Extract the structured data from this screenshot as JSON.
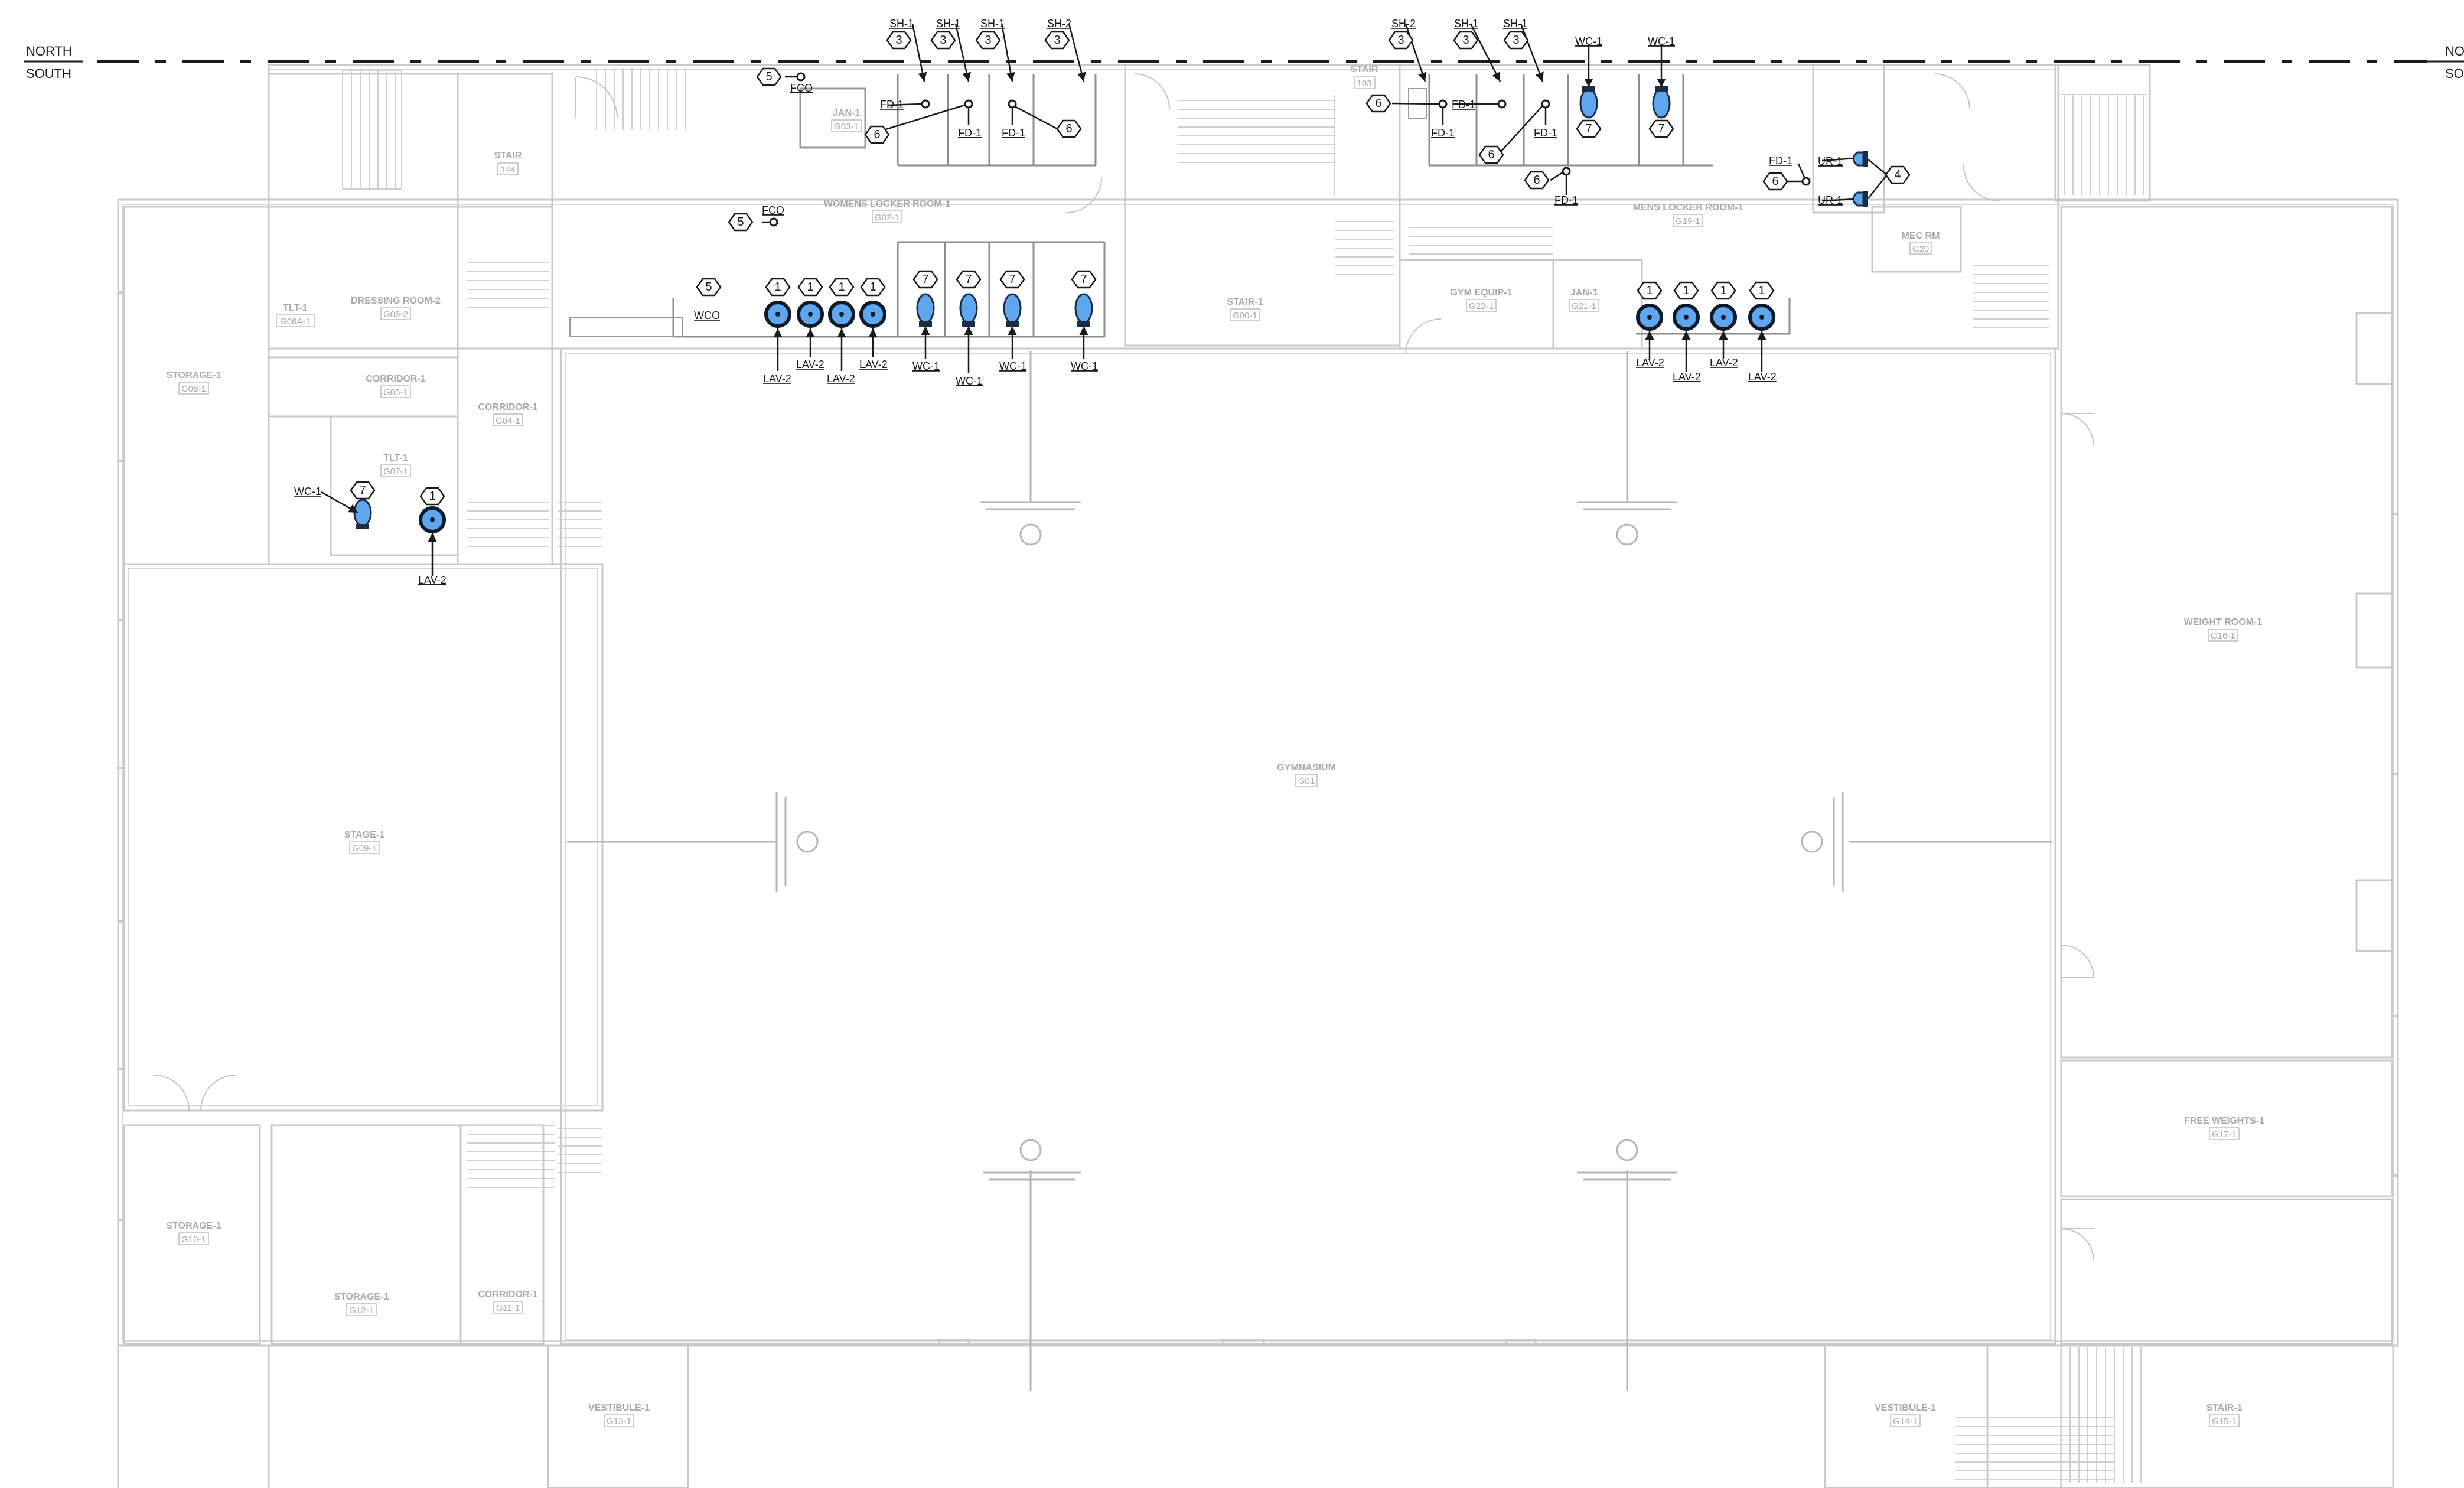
{
  "north_south": {
    "north_left": "NORTH",
    "south_left": "SOUTH",
    "north_right": "NO",
    "south_right": "SO"
  },
  "rooms": [
    {
      "key": "stair_144",
      "name": "STAIR",
      "number": "144"
    },
    {
      "key": "jan_g03",
      "name": "JAN-1",
      "number": "G03-1"
    },
    {
      "key": "womens_locker",
      "name": "WOMENS LOCKER ROOM-1",
      "number": "G02-1"
    },
    {
      "key": "stair_103",
      "name": "STAIR",
      "number": "103"
    },
    {
      "key": "mens_locker",
      "name": "MENS LOCKER ROOM-1",
      "number": "G19-1"
    },
    {
      "key": "mec_rm",
      "name": "MEC RM",
      "number": "G20"
    },
    {
      "key": "tlt_g06a",
      "name": "TLT-1",
      "number": "G06A-1"
    },
    {
      "key": "dressing",
      "name": "DRESSING ROOM-2",
      "number": "G06-2"
    },
    {
      "key": "storage_g08",
      "name": "STORAGE-1",
      "number": "G08-1"
    },
    {
      "key": "corridor_g05",
      "name": "CORRIDOR-1",
      "number": "G05-1"
    },
    {
      "key": "corridor_g04",
      "name": "CORRIDOR-1",
      "number": "G04-1"
    },
    {
      "key": "tlt_g07",
      "name": "TLT-1",
      "number": "G07-1"
    },
    {
      "key": "stair_g00",
      "name": "STAIR-1",
      "number": "G00-1"
    },
    {
      "key": "gym_equip",
      "name": "GYM EQUIP-1",
      "number": "G22-1"
    },
    {
      "key": "jan_g21",
      "name": "JAN-1",
      "number": "G21-1"
    },
    {
      "key": "stage",
      "name": "STAGE-1",
      "number": "G09-1"
    },
    {
      "key": "gymnasium",
      "name": "GYMNASIUM",
      "number": "G01"
    },
    {
      "key": "weight_room",
      "name": "WEIGHT ROOM-1",
      "number": "G16-1"
    },
    {
      "key": "free_weights",
      "name": "FREE WEIGHTS-1",
      "number": "G17-1"
    },
    {
      "key": "storage_g10",
      "name": "STORAGE-1",
      "number": "G10-1"
    },
    {
      "key": "storage_g12",
      "name": "STORAGE-1",
      "number": "G12-1"
    },
    {
      "key": "corridor_g11",
      "name": "CORRIDOR-1",
      "number": "G11-1"
    },
    {
      "key": "vestibule_g13",
      "name": "VESTIBULE-1",
      "number": "G13-1"
    },
    {
      "key": "vestibule_g14",
      "name": "VESTIBULE-1",
      "number": "G14-1"
    },
    {
      "key": "stair_g15",
      "name": "STAIR-1",
      "number": "G15-1"
    }
  ],
  "fixture_tags": [
    "SH-1",
    "SH-1",
    "SH-1",
    "SH-2",
    "FCO",
    "FD-1",
    "FD-1",
    "FD-1",
    "FCO",
    "WCO",
    "LAV-2",
    "LAV-2",
    "LAV-2",
    "LAV-2",
    "WC-1",
    "WC-1",
    "WC-1",
    "WC-1",
    "SH-2",
    "SH-1",
    "SH-1",
    "WC-1",
    "WC-1",
    "FD-1",
    "FD-1",
    "FD-1",
    "FD-1",
    "FD-1",
    "UR-1",
    "UR-1",
    "LAV-2",
    "LAV-2",
    "LAV-2",
    "LAV-2",
    "WC-1",
    "LAV-2"
  ],
  "keynotes": [
    "3",
    "3",
    "3",
    "3",
    "5",
    "6",
    "6",
    "5",
    "5",
    "1",
    "1",
    "1",
    "1",
    "7",
    "7",
    "7",
    "7",
    "3",
    "3",
    "3",
    "6",
    "6",
    "6",
    "7",
    "7",
    "6",
    "4",
    "1",
    "1",
    "1",
    "1",
    "7",
    "1"
  ],
  "colors": {
    "fixture_fill": "#5ea6ee",
    "fixture_outline": "#1b2d44",
    "wall": "#c9c9c9",
    "room_label": "#a9a9a9",
    "annotation": "#1a1a1a",
    "background": "#ffffff"
  },
  "icons": [
    "lavatory-icon",
    "water-closet-icon",
    "urinal-icon",
    "floor-drain-icon",
    "cleanout-icon",
    "keynote-hexagon-icon",
    "basketball-hoop-icon"
  ]
}
